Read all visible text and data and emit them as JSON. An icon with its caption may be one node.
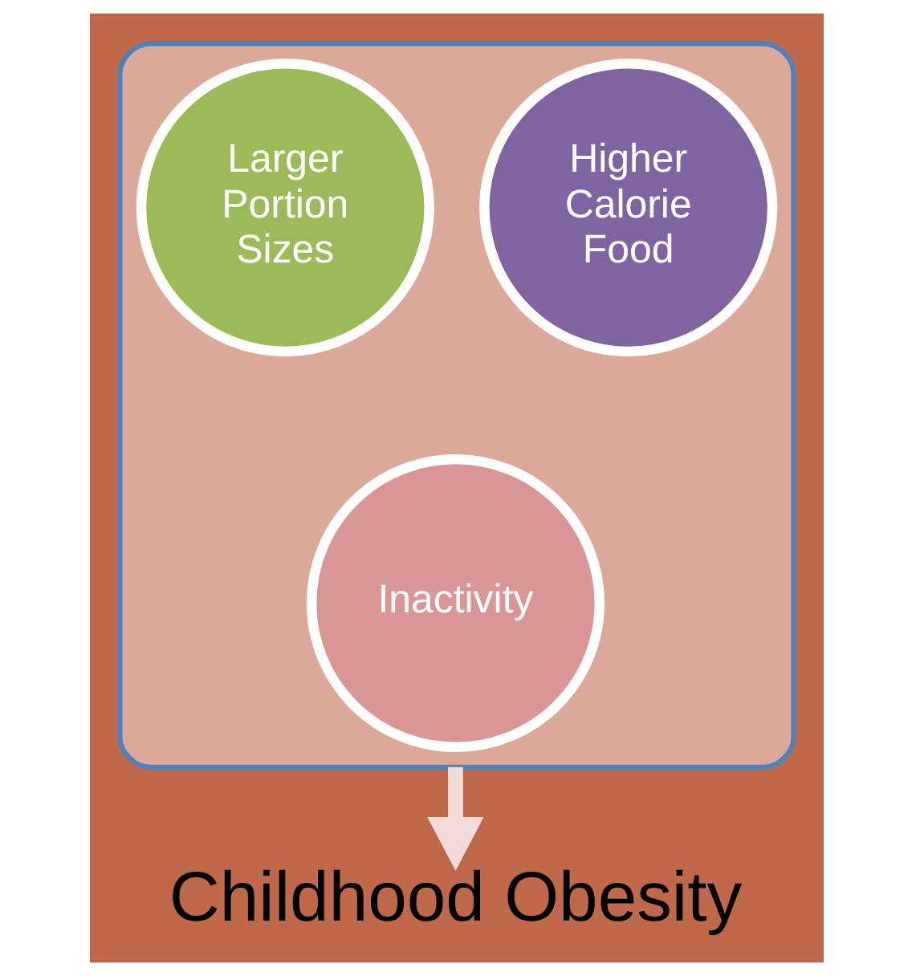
{
  "diagram": {
    "nodes": [
      {
        "text": [],
        "shape": "funnel"
      },
      {
        "text": [
          "Larger Portion Sizes"
        ],
        "in": 0
      },
      {
        "text": [
          "Higher Calorie Food"
        ],
        "in": 0
      },
      {
        "text": [
          "Inactivity"
        ],
        "in": 0
      },
      {
        "text": [
          "Childhood Obesity"
        ]
      }
    ],
    "edges": [
      {
        "from": 0,
        "to": 4,
        "arrow": "to"
      }
    ]
  }
}
